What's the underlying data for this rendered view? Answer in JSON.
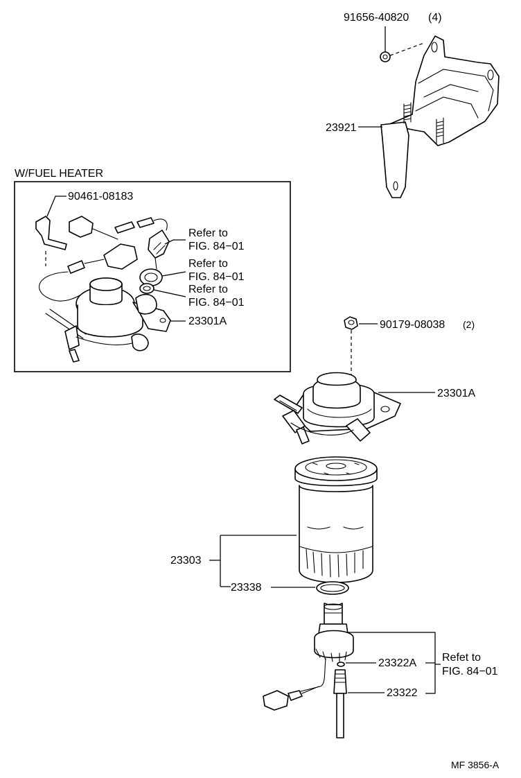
{
  "inset": {
    "title": "W/FUEL HEATER"
  },
  "labels": {
    "bolt_91656": "91656-40820",
    "bolt_91656_qty": "(4)",
    "bracket_23921": "23921",
    "clip_90461": "90461-08183",
    "refer1_line1": "Refer to",
    "refer1_line2": "FIG. 84−01",
    "refer2_line1": "Refer to",
    "refer2_line2": "FIG. 84−01",
    "refer3_line1": "Refer to",
    "refer3_line2": "FIG. 84−01",
    "inset_23301A": "23301A",
    "nut_90179": "90179-08038",
    "nut_90179_qty": "(2)",
    "pump_23301A": "23301A",
    "filter_23303": "23303",
    "ring_23338": "23338",
    "sensor_23322A": "23322A",
    "sensor_23322": "23322",
    "refet_line1": "Refet to",
    "refet_line2": "FIG. 84−01",
    "footer_code": "MF 3856-A"
  }
}
